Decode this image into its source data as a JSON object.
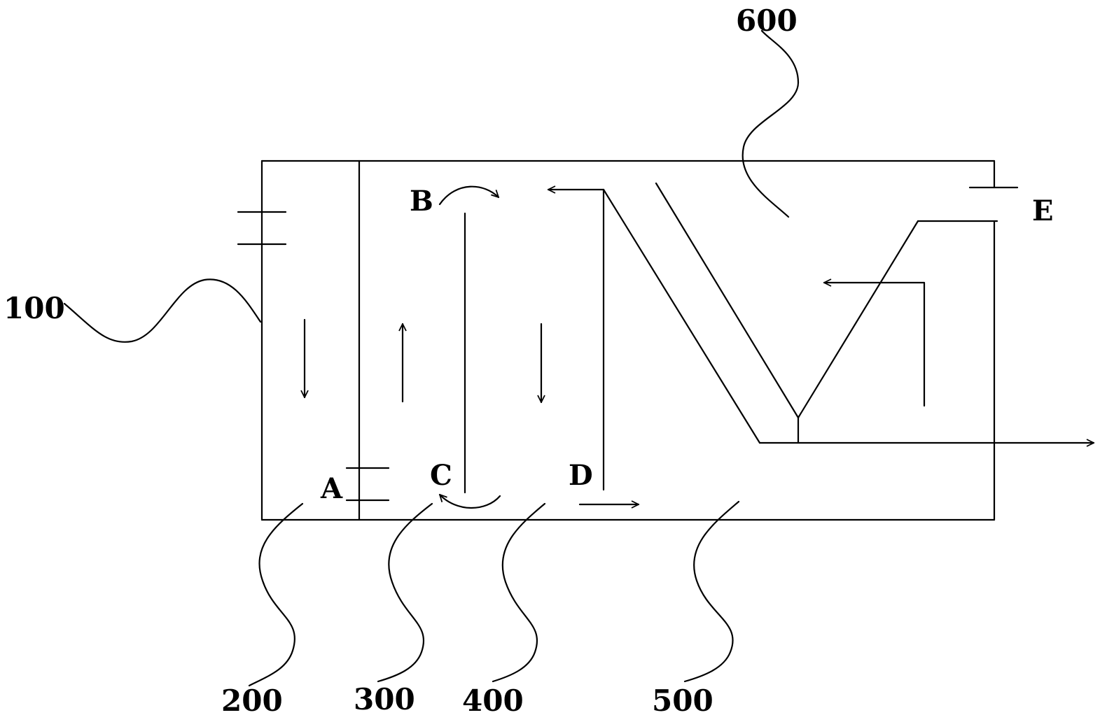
{
  "reference_numerals": {
    "r100": "100",
    "r200": "200",
    "r300": "300",
    "r400": "400",
    "r500": "500",
    "r600": "600"
  },
  "point_labels": {
    "a": "A",
    "b": "B",
    "c": "C",
    "d": "D",
    "e": "E"
  },
  "colors": {
    "line": "#000000",
    "background": "#ffffff"
  }
}
